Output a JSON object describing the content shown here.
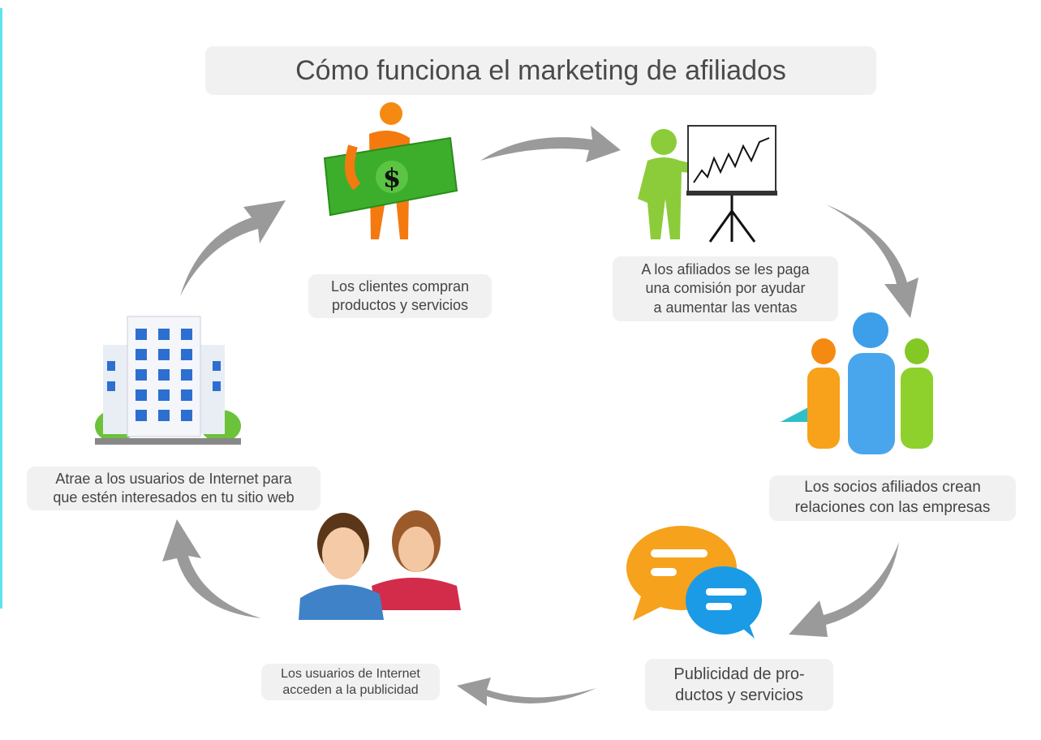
{
  "title": "Cómo funciona el marketing de afiliados",
  "steps": [
    {
      "lines": [
        "Los clientes compran",
        "productos y servicios"
      ],
      "icon": "money-person-icon"
    },
    {
      "lines": [
        "A los afiliados se les paga",
        "una comisión por ayudar",
        "a aumentar las ventas"
      ],
      "icon": "presentation-chart-icon"
    },
    {
      "lines": [
        "Los socios afiliados crean",
        "relaciones con las empresas"
      ],
      "icon": "people-group-icon"
    },
    {
      "lines": [
        "Publicidad de pro-",
        "ductos y servicios"
      ],
      "icon": "chat-bubbles-icon"
    },
    {
      "lines": [
        "Los usuarios de Internet",
        "acceden a la publicidad"
      ],
      "icon": "users-icon"
    },
    {
      "lines": [
        "Atrae a los usuarios de Internet para",
        "que estén interesados en tu sitio web"
      ],
      "icon": "building-icon"
    }
  ],
  "colors": {
    "arrow": "#9a9a9a",
    "box": "#f1f1f1",
    "text": "#444444"
  }
}
